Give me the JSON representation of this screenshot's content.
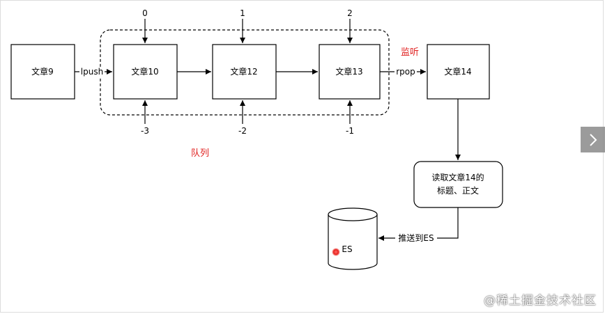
{
  "nodes": {
    "article9": "文章9",
    "article10": "文章10",
    "article12": "文章12",
    "article13": "文章13",
    "article14": "文章14",
    "read_line1": "读取文章14的",
    "read_line2": "标题、正文",
    "es": "ES"
  },
  "edges": {
    "lpush": "lpush",
    "rpop": "rpop",
    "push_es": "推送到ES"
  },
  "indices": {
    "top": [
      "0",
      "1",
      "2"
    ],
    "bottom": [
      "-3",
      "-2",
      "-1"
    ]
  },
  "annotations": {
    "queue": "队列",
    "listen": "监听"
  },
  "colors": {
    "stroke": "#000000",
    "annotation": "#e0201f",
    "es_dot": "#e8231e"
  },
  "overlay": {
    "next_icon": "chevron-right-icon",
    "watermark": "@稀土掘金技术社区"
  }
}
